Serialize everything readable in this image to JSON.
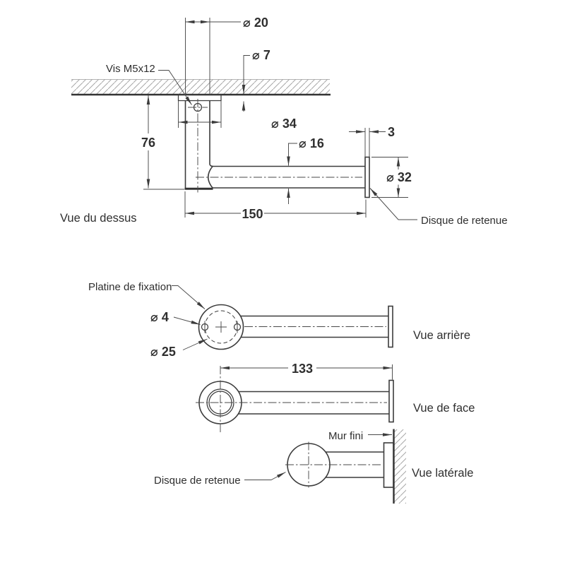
{
  "colors": {
    "line": "#3c3c3c",
    "heavy_line": "#333333",
    "hatch": "#a8a8a8",
    "text": "#2f2f2f",
    "background": "#ffffff"
  },
  "views": {
    "top": {
      "name": "Vue du dessus",
      "dimensions": {
        "tube_od": "⌀ 20",
        "screw_hole": "⌀ 7",
        "plate_od": "⌀ 34",
        "wall_offset": "76",
        "arm_od": "⌀ 16",
        "arm_length": "150",
        "disc_thickness": "3",
        "disc_od": "⌀ 32"
      },
      "callouts": {
        "screw": "Vis M5x12",
        "disc": "Disque de retenue"
      }
    },
    "rear": {
      "name": "Vue arrière",
      "dimensions": {
        "hole_d": "⌀ 4",
        "bolt_circle": "⌀ 25"
      },
      "callouts": {
        "plate": "Platine de fixation"
      }
    },
    "front": {
      "name": "Vue de face",
      "dimensions": {
        "length": "133"
      }
    },
    "side": {
      "name": "Vue latérale",
      "callouts": {
        "wall": "Mur fini",
        "disc": "Disque de retenue"
      }
    }
  }
}
